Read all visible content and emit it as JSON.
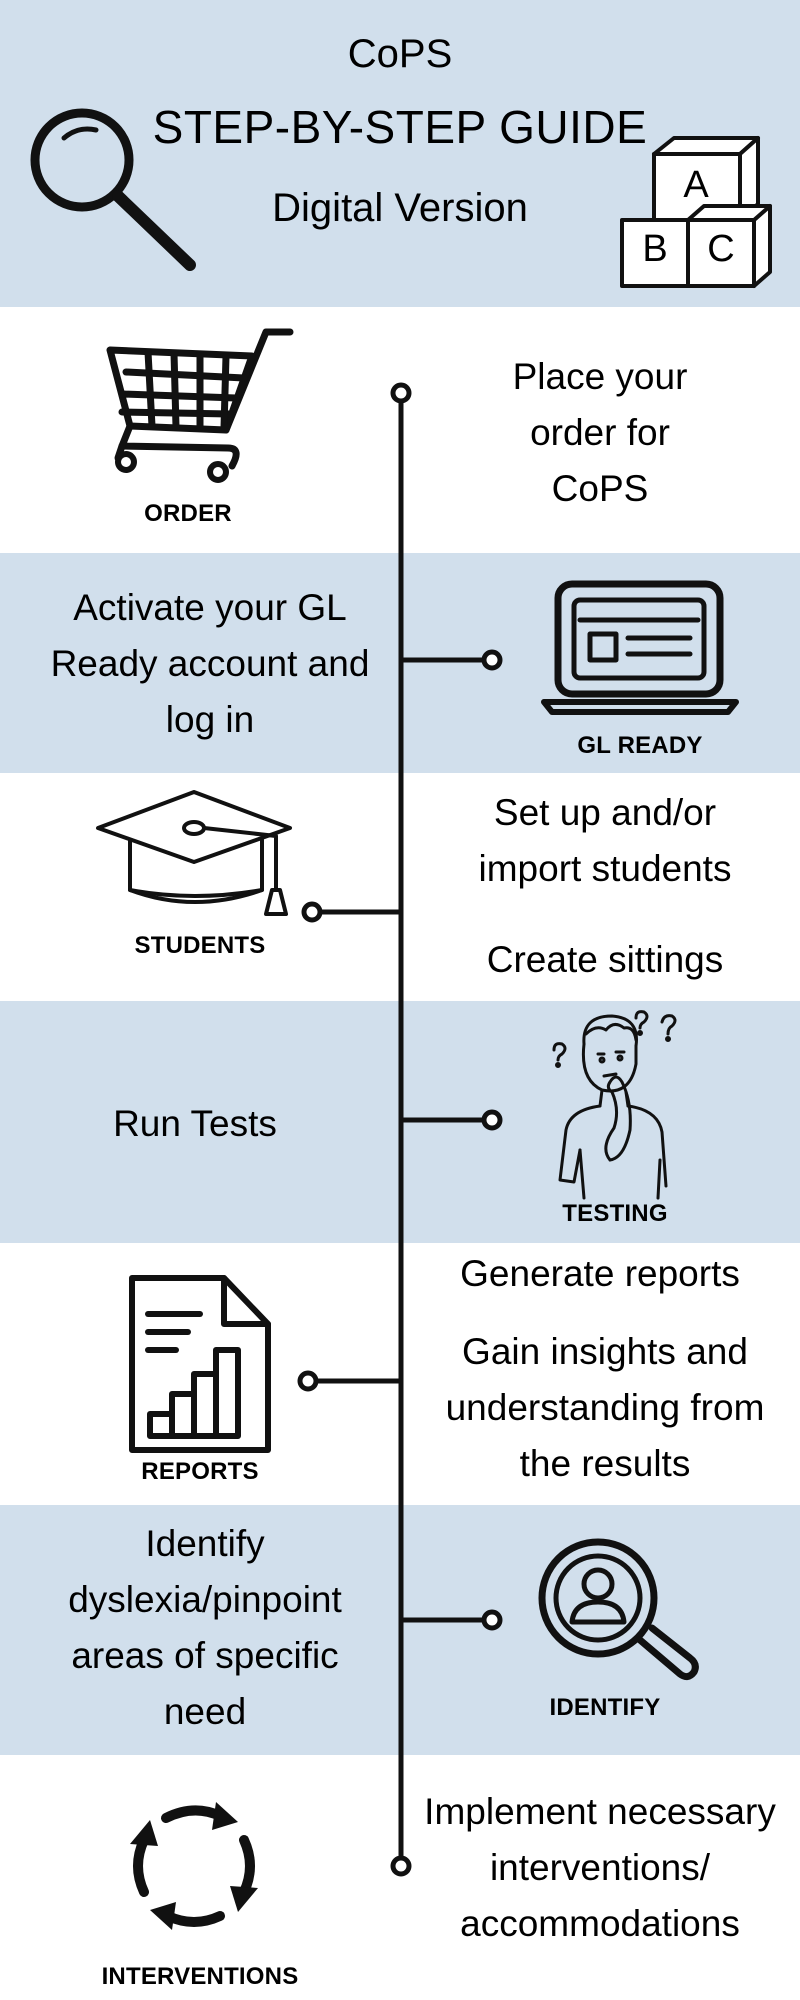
{
  "header": {
    "line1": "CoPS",
    "line2": "STEP-BY-STEP GUIDE",
    "line3": "Digital Version",
    "blocks_letters": [
      "A",
      "B",
      "C"
    ]
  },
  "colors": {
    "band_blue": "#d1dfec",
    "ink": "#000000"
  },
  "steps": [
    {
      "label": "ORDER",
      "icon": "shopping-cart-icon",
      "text": [
        "Place your",
        "order for",
        "CoPS"
      ]
    },
    {
      "label": "GL READY",
      "icon": "laptop-icon",
      "text": [
        "Activate your GL",
        "Ready account and",
        "log in"
      ]
    },
    {
      "label": "STUDENTS",
      "icon": "graduation-cap-icon",
      "text": [
        "Set up and/or",
        "import students"
      ],
      "text2": "Create sittings"
    },
    {
      "label": "TESTING",
      "icon": "thinking-person-icon",
      "text": [
        "Run Tests"
      ]
    },
    {
      "label": "REPORTS",
      "icon": "report-chart-icon",
      "text": [
        "Generate reports"
      ],
      "text2": [
        "Gain insights and",
        "understanding from",
        "the results"
      ]
    },
    {
      "label": "IDENTIFY",
      "icon": "person-search-icon",
      "text": [
        "Identify",
        "dyslexia/pinpoint",
        "areas of specific",
        "need"
      ]
    },
    {
      "label": "INTERVENTIONS",
      "icon": "cycle-arrows-icon",
      "text": [
        "Implement necessary",
        "interventions/",
        "accommodations"
      ]
    }
  ]
}
